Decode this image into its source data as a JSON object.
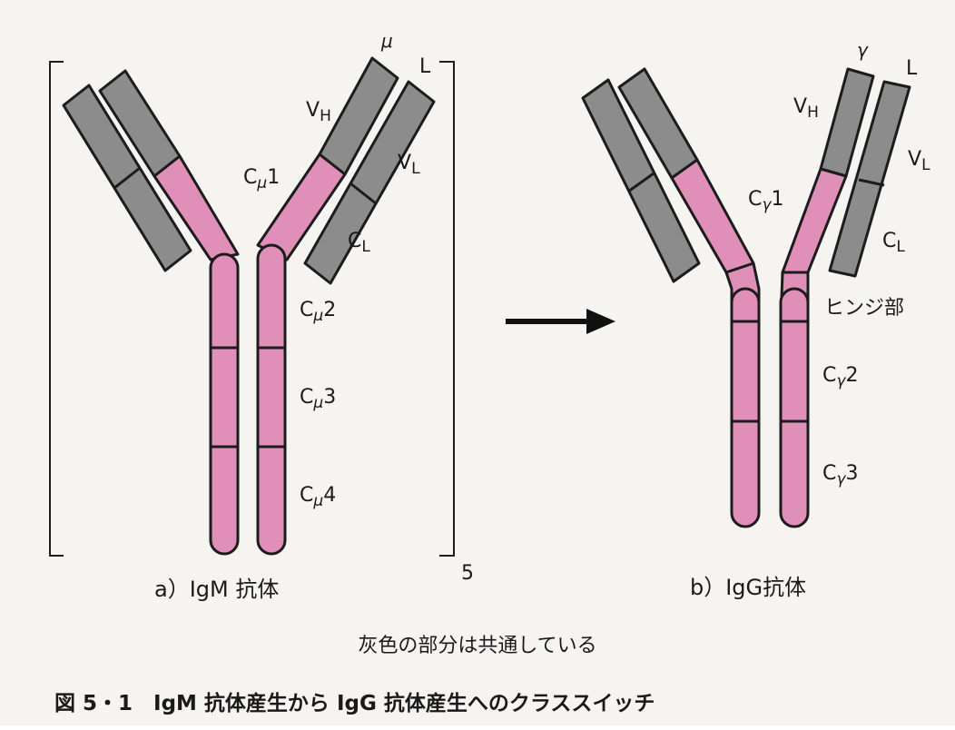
{
  "colors": {
    "background": "#f5f4f1",
    "heavy_chain": "#e090b8",
    "shared_region": "#8c8c8c",
    "outline": "#1c1c1c",
    "text": "#1a1a1a"
  },
  "panel_a": {
    "heavy_chain_symbol": "μ",
    "light_chain_symbol": "L",
    "vh": {
      "main": "V",
      "sub": "H"
    },
    "vl": {
      "main": "V",
      "sub": "L"
    },
    "cl": {
      "main": "C",
      "sub": "L"
    },
    "domain_1": {
      "main": "C",
      "sub": "μ",
      "num": "1"
    },
    "domain_2": {
      "main": "C",
      "sub": "μ",
      "num": "2"
    },
    "domain_3": {
      "main": "C",
      "sub": "μ",
      "num": "3"
    },
    "domain_4": {
      "main": "C",
      "sub": "μ",
      "num": "4"
    },
    "pentamer_subscript": "5",
    "caption": "a）IgM 抗体"
  },
  "arrow": {
    "icon": "right-arrow-icon"
  },
  "panel_b": {
    "heavy_chain_symbol": "γ",
    "light_chain_symbol": "L",
    "vh": {
      "main": "V",
      "sub": "H"
    },
    "vl": {
      "main": "V",
      "sub": "L"
    },
    "cl": {
      "main": "C",
      "sub": "L"
    },
    "domain_1": {
      "main": "C",
      "sub": "γ",
      "num": "1"
    },
    "hinge_label": "ヒンジ部",
    "domain_2": {
      "main": "C",
      "sub": "γ",
      "num": "2"
    },
    "domain_3": {
      "main": "C",
      "sub": "γ",
      "num": "3"
    },
    "caption": "b）IgG抗体"
  },
  "note": "灰色の部分は共通している",
  "figure_caption": "図 5・1　IgM 抗体産生から IgG 抗体産生へのクラススイッチ"
}
